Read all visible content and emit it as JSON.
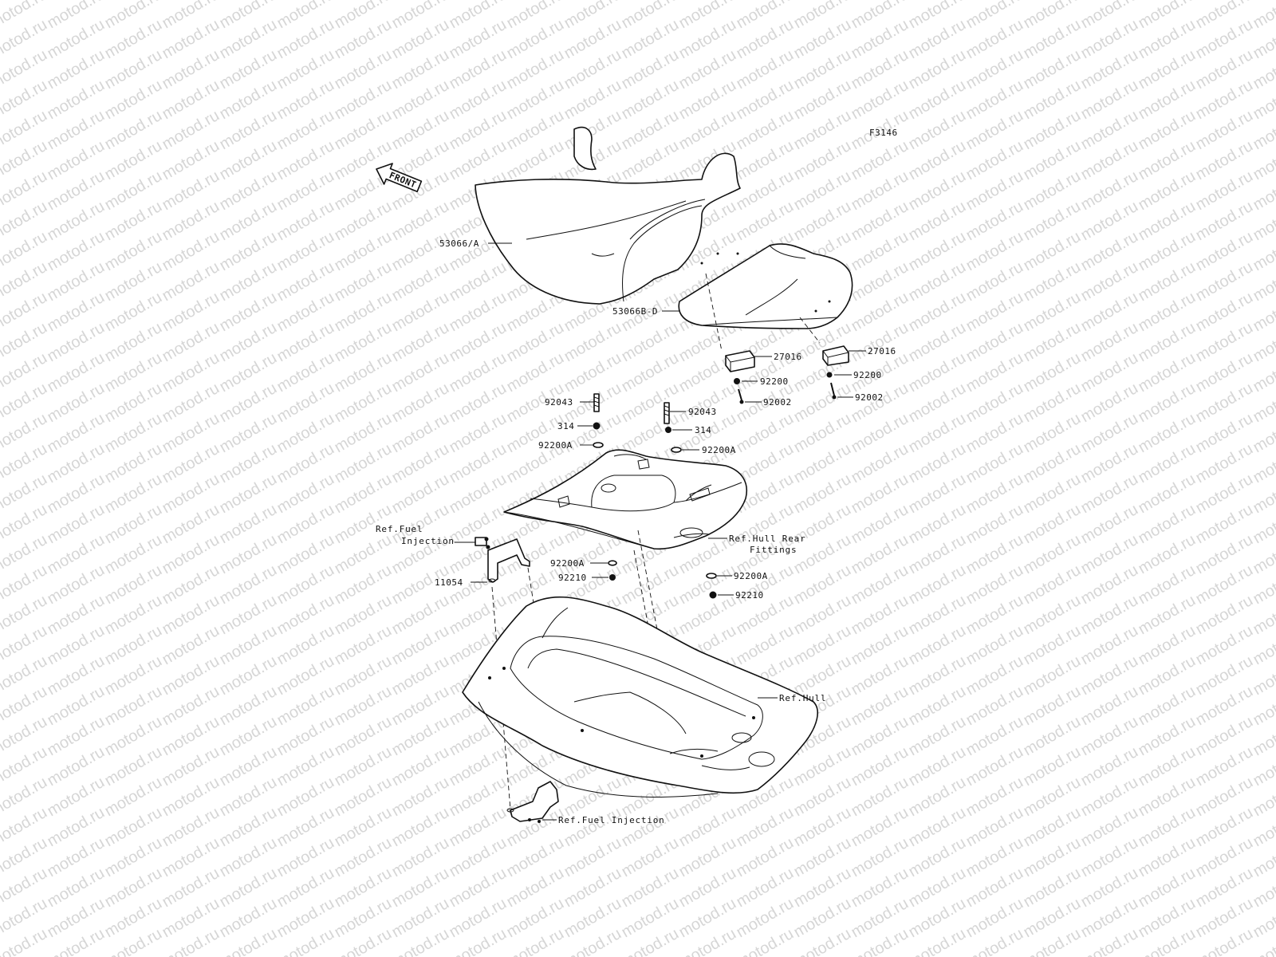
{
  "diagram_code": "F3146",
  "front_arrow": {
    "text": "FRONT"
  },
  "watermark": "motod.ru",
  "callouts": {
    "seat_front": "53066/A",
    "seat_rear": "53066B-D",
    "bumper_l": "27016",
    "bumper_r": "27016",
    "washer_l": "92200",
    "washer_r": "92200",
    "screw_l": "92002",
    "screw_r": "92002",
    "stud_l": "92043",
    "stud_r": "92043",
    "nut_l": "314",
    "nut_r": "314",
    "washer_a_l": "92200A",
    "washer_a_r": "92200A",
    "washer_a_lower_l": "92200A",
    "washer_a_lower_r": "92200A",
    "nut_92210_l": "92210",
    "nut_92210_r": "92210",
    "bracket": "11054"
  },
  "references": {
    "fuel_injection_top": [
      "Ref.Fuel",
      "Injection"
    ],
    "hull_rear_fittings": [
      "Ref.Hull Rear",
      "Fittings"
    ],
    "hull": "Ref.Hull",
    "fuel_injection_bottom": "Ref.Fuel Injection"
  }
}
